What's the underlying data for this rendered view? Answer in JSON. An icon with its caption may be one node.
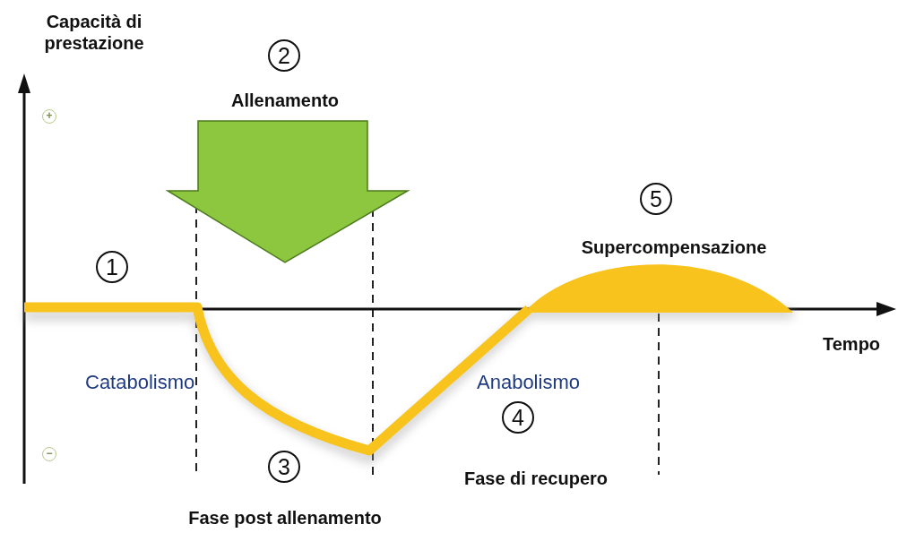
{
  "diagram": {
    "nodes": [
      {
        "text": [
          "1"
        ]
      },
      {
        "text": [
          "2"
        ],
        "beside": [
          "Allenamento"
        ]
      },
      {
        "text": [
          "3"
        ],
        "beside": [
          "Fase post allenamento"
        ]
      },
      {
        "text": [
          "4"
        ],
        "beside": [
          "Fase di recupero"
        ]
      },
      {
        "text": [
          "5"
        ],
        "beside": [
          "Supercompensazione"
        ]
      }
    ],
    "labels": [
      "Capacità di prestazione",
      "+",
      "Tempo",
      "Catabolismo",
      "Anabolismo",
      "−"
    ]
  }
}
